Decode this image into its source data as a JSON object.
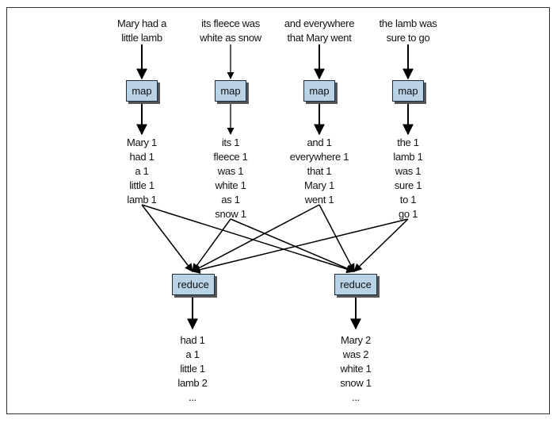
{
  "inputs": [
    {
      "lines": [
        "Mary had a",
        "little lamb"
      ]
    },
    {
      "lines": [
        "its fleece was",
        "white as snow"
      ]
    },
    {
      "lines": [
        "and everywhere",
        "that Mary went"
      ]
    },
    {
      "lines": [
        "the lamb was",
        "sure to go"
      ]
    }
  ],
  "map_label": "map",
  "map_outputs": [
    {
      "lines": [
        "Mary 1",
        "had 1",
        "a 1",
        "little 1",
        "lamb 1"
      ]
    },
    {
      "lines": [
        "its 1",
        "fleece 1",
        "was 1",
        "white 1",
        "as 1",
        "snow 1"
      ]
    },
    {
      "lines": [
        "and 1",
        "everywhere 1",
        "that 1",
        "Mary 1",
        "went 1"
      ]
    },
    {
      "lines": [
        "the 1",
        "lamb 1",
        "was 1",
        "sure 1",
        "to 1",
        "go 1"
      ]
    }
  ],
  "reduce_label": "reduce",
  "reduce_outputs": [
    {
      "lines": [
        "had 1",
        "a 1",
        "little 1",
        "lamb 2",
        "..."
      ]
    },
    {
      "lines": [
        "Mary 2",
        "was 2",
        "white 1",
        "snow 1",
        "..."
      ]
    }
  ],
  "colors": {
    "box_fill": "#b9d3e6",
    "stroke": "#000000"
  }
}
